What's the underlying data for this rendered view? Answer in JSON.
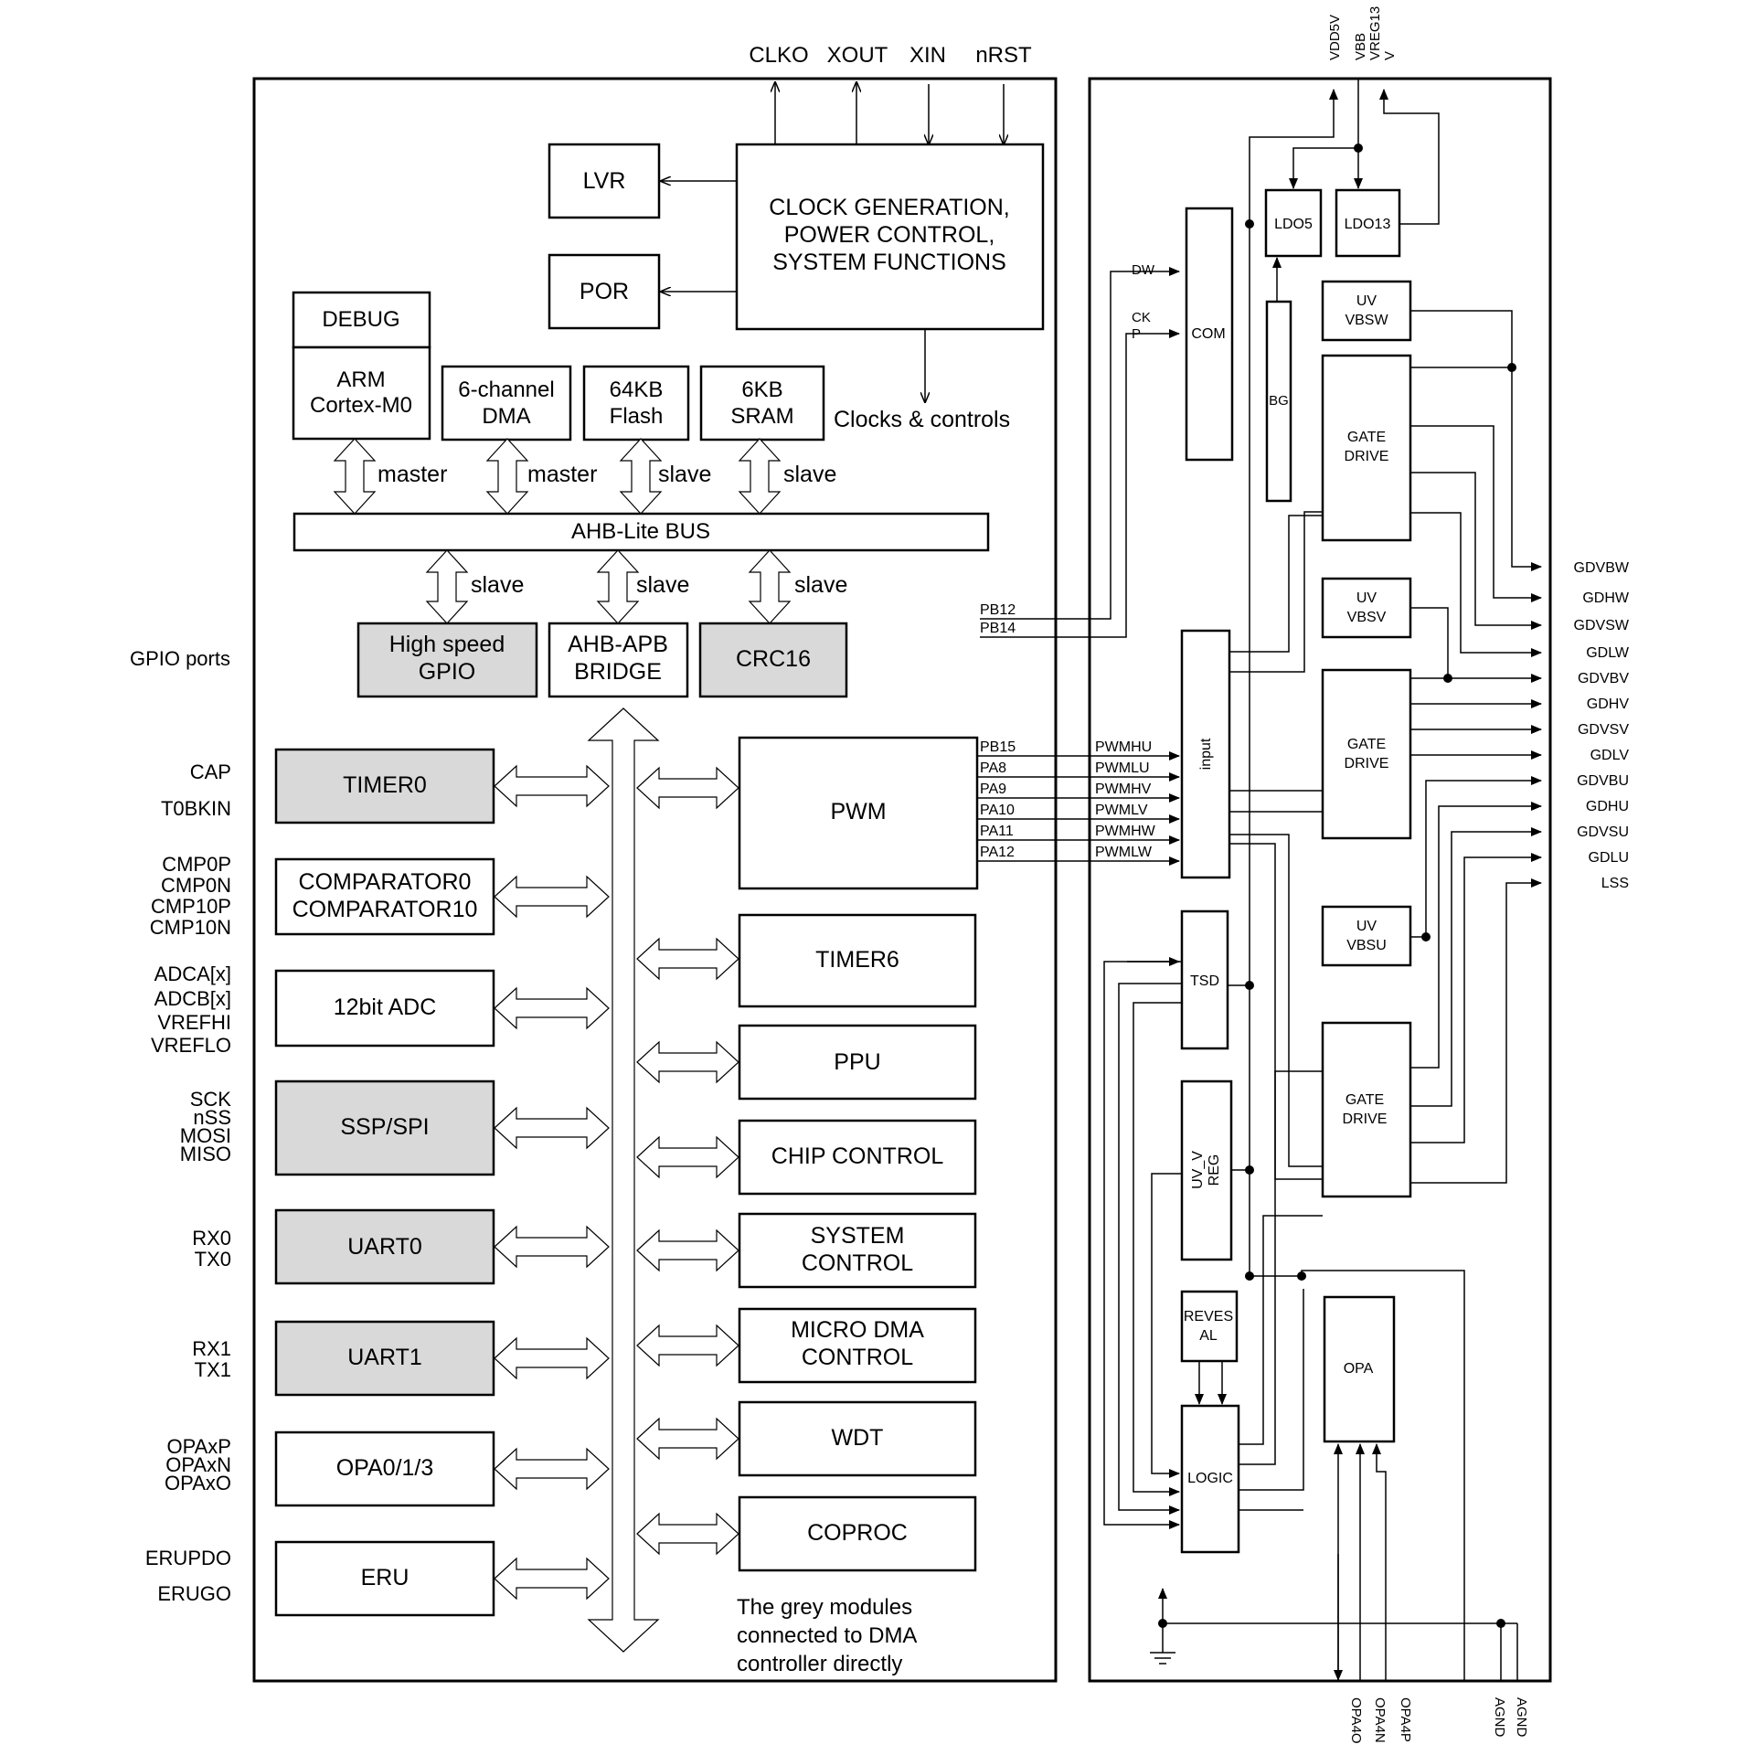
{
  "top_pins": [
    "CLKO",
    "XOUT",
    "XIN",
    "nRST"
  ],
  "right_top_pins": [
    "VDD5V",
    "VBB",
    "VREG13",
    "V"
  ],
  "left_pins": {
    "gpio": "GPIO ports",
    "timer0": [
      "CAP",
      "T0BKIN"
    ],
    "comparator": [
      "CMP0P",
      "CMP0N",
      "CMP10P",
      "CMP10N"
    ],
    "adc": [
      "ADCA[x]",
      "ADCB[x]",
      "VREFHI",
      "VREFLO"
    ],
    "spi": [
      "SCK",
      "nSS",
      "MOSI",
      "MISO"
    ],
    "uart0": [
      "RX0",
      "TX0"
    ],
    "uart1": [
      "RX1",
      "TX1"
    ],
    "opa": [
      "OPAxP",
      "OPAxN",
      "OPAxO"
    ],
    "eru": [
      "ERUPDO",
      "ERUGO"
    ]
  },
  "blocks": {
    "lvr": "LVR",
    "por": "POR",
    "clock": [
      "CLOCK GENERATION,",
      "POWER CONTROL,",
      "SYSTEM FUNCTIONS"
    ],
    "clocks_controls": "Clocks & controls",
    "debug": "DEBUG",
    "arm": [
      "ARM",
      "Cortex-M0"
    ],
    "dma": [
      "6-channel",
      "DMA"
    ],
    "flash": [
      "64KB",
      "Flash"
    ],
    "sram": [
      "6KB",
      "SRAM"
    ],
    "ahb": "AHB-Lite BUS",
    "gpio": [
      "High speed",
      "GPIO"
    ],
    "bridge": [
      "AHB-APB",
      "BRIDGE"
    ],
    "crc": "CRC16",
    "timer0": "TIMER0",
    "comparator": [
      "COMPARATOR0",
      "COMPARATOR10"
    ],
    "adc": "12bit ADC",
    "spi": "SSP/SPI",
    "uart0": "UART0",
    "uart1": "UART1",
    "opa": "OPA0/1/3",
    "eru": "ERU",
    "pwm": "PWM",
    "timer6": "TIMER6",
    "ppu": "PPU",
    "chip_control": "CHIP CONTROL",
    "system_control": [
      "SYSTEM",
      "CONTROL"
    ],
    "micro_dma": [
      "MICRO DMA",
      "CONTROL"
    ],
    "wdt": "WDT",
    "coproc": "COPROC"
  },
  "bus_labels": {
    "master": "master",
    "slave": "slave"
  },
  "note": [
    "The grey modules",
    "connected to DMA",
    "controller directly"
  ],
  "pwm_pins": [
    "PB15",
    "PA8",
    "PA9",
    "PA10",
    "PA11",
    "PA12"
  ],
  "pwm_signals": [
    "PWMHU",
    "PWMLU",
    "PWMHV",
    "PWMLV",
    "PWMHW",
    "PWMLW"
  ],
  "pb_pins": [
    "PB12",
    "PB14"
  ],
  "analog": {
    "ldo5": "LDO5",
    "ldo13": "LDO13",
    "com": "COM",
    "bg": "BG",
    "dw": "DW",
    "ckp": [
      "CK",
      "P"
    ],
    "uv_vbsw": [
      "UV",
      "VBSW"
    ],
    "uv_vbsv": [
      "UV",
      "VBSV"
    ],
    "uv_vbsu": [
      "UV",
      "VBSU"
    ],
    "gate_drive": [
      "GATE",
      "DRIVE"
    ],
    "input": "input",
    "tsd": "TSD",
    "uv_vreg": [
      "UV_V",
      "REG"
    ],
    "reversal": [
      "REVES",
      "AL"
    ],
    "logic": "LOGIC",
    "opa": "OPA"
  },
  "gate_outputs": [
    "GDVBW",
    "GDHW",
    "GDVSW",
    "GDLW",
    "GDVBV",
    "GDHV",
    "GDVSV",
    "GDLV",
    "GDVBU",
    "GDHU",
    "GDVSU",
    "GDLU",
    "LSS"
  ],
  "bottom_pins": [
    "OPA4O",
    "OPA4N",
    "OPA4P",
    "AGND",
    "AGND"
  ]
}
